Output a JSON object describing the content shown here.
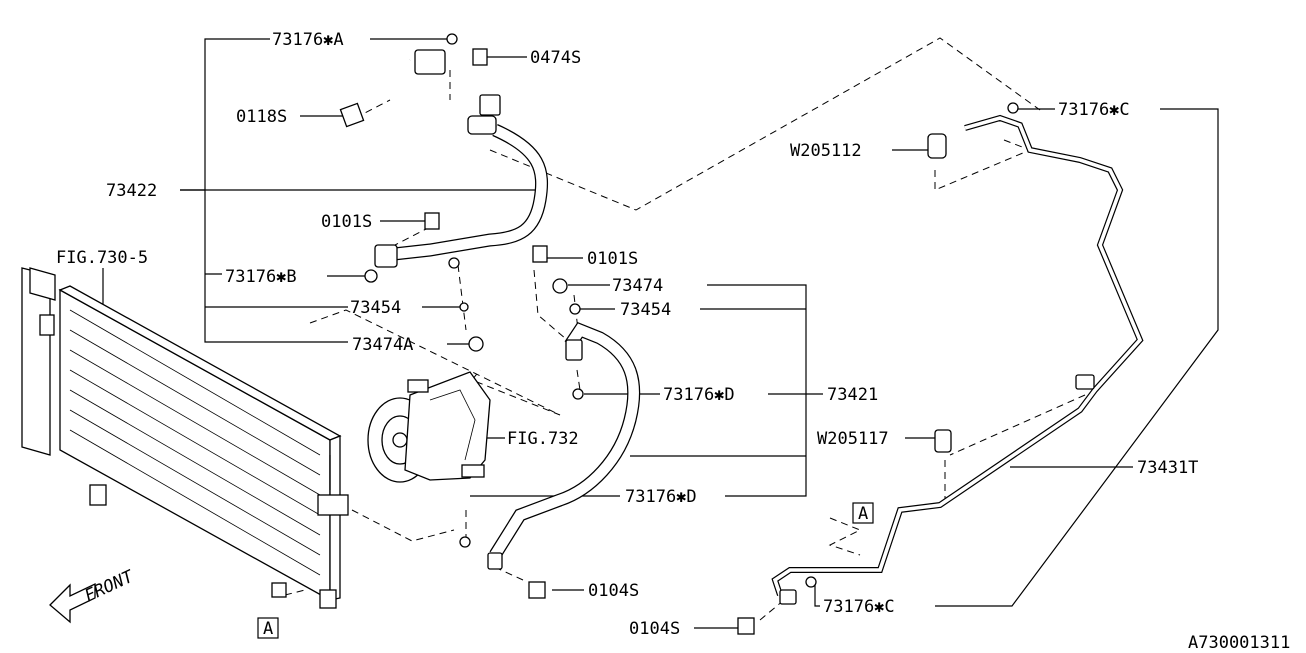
{
  "labels": {
    "l73176A": "73176✱A",
    "l0474S": "0474S",
    "l0118S": "0118S",
    "l73422": "73422",
    "l0101S_a": "0101S",
    "lFIG7305": "FIG.730-5",
    "l73176B": "73176✱B",
    "l73454_a": "73454",
    "l73474A": "73474A",
    "l0101S_b": "0101S",
    "l73474": "73474",
    "l73454_b": "73454",
    "l73176D_a": "73176✱D",
    "l73421": "73421",
    "lFIG732": "FIG.732",
    "l73176D_b": "73176✱D",
    "l0104S_a": "0104S",
    "l73176C_a": "73176✱C",
    "lW205112": "W205112",
    "lW205117": "W205117",
    "l73431T": "73431T",
    "l73176C_b": "73176✱C",
    "l0104S_b": "0104S",
    "lFront": "FRONT",
    "boxA1": "A",
    "boxA2": "A",
    "diagramId": "A730001311"
  }
}
